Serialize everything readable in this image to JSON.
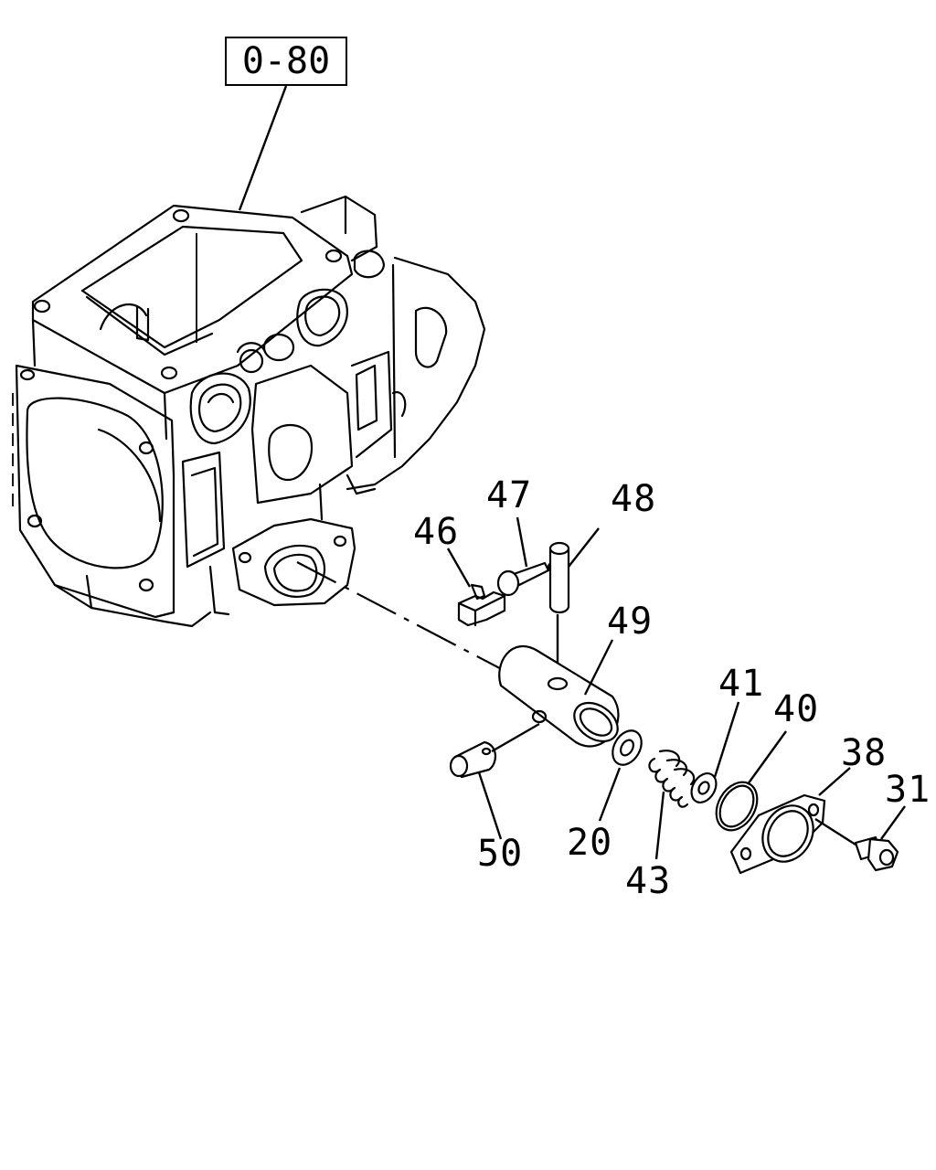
{
  "reference_box": "0-80",
  "callouts": {
    "p46": "46",
    "p47": "47",
    "p48": "48",
    "p49": "49",
    "p41": "41",
    "p40": "40",
    "p38": "38",
    "p31": "31",
    "p50": "50",
    "p20": "20",
    "p43": "43"
  }
}
